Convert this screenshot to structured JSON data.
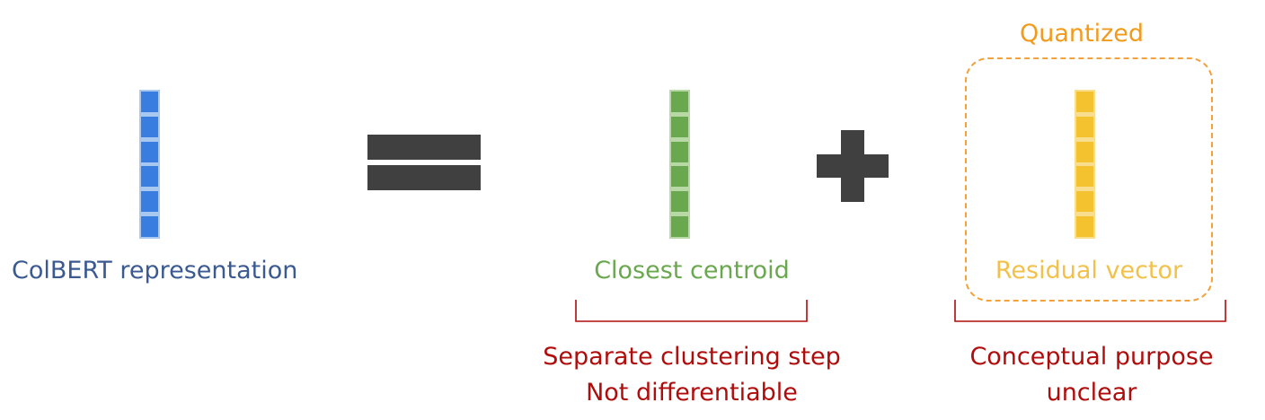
{
  "colors": {
    "colbert_text": "#3b5a92",
    "colbert_vector": "#3a7de0",
    "centroid": "#6aa84f",
    "residual": "#f4c22e",
    "quantized": "#f39a1b",
    "note": "#b00c0c",
    "operator": "#404040"
  },
  "icons": {
    "equals": "equals-sign-icon",
    "plus": "plus-sign-icon"
  },
  "labels": {
    "colbert": "ColBERT representation",
    "centroid": "Closest centroid",
    "residual": "Residual vector",
    "quantized": "Quantized"
  },
  "notes": {
    "centroid_line1": "Separate clustering step",
    "centroid_line2": "Not differentiable",
    "residual_line1": "Conceptual purpose",
    "residual_line2": "unclear"
  }
}
